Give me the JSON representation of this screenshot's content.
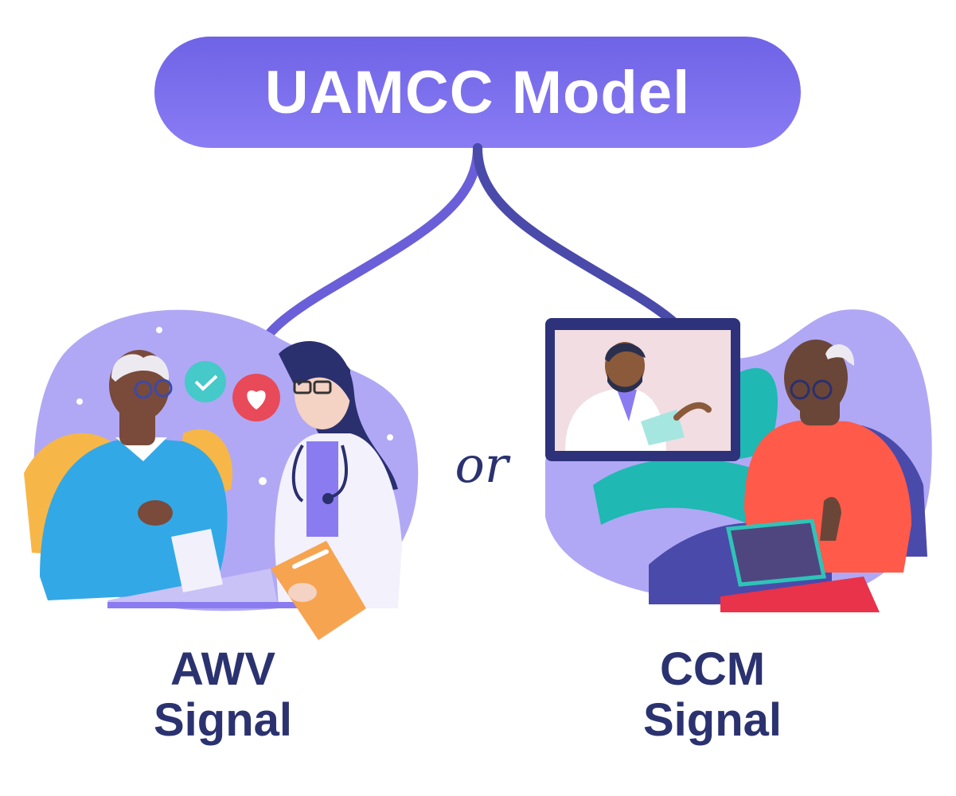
{
  "title": "UAMCC Model",
  "connector_word": "or",
  "left_branch": {
    "line1": "AWV",
    "line2": "Signal",
    "illustration": "patient-doctor-visit"
  },
  "right_branch": {
    "line1": "CCM",
    "line2": "Signal",
    "illustration": "telehealth-video-call"
  },
  "colors": {
    "pill": "#7b6ff0",
    "arrow_left": "#6a5fd8",
    "arrow_right": "#4a4aaa",
    "label": "#2b3270",
    "blob": "#b0a8f5"
  }
}
